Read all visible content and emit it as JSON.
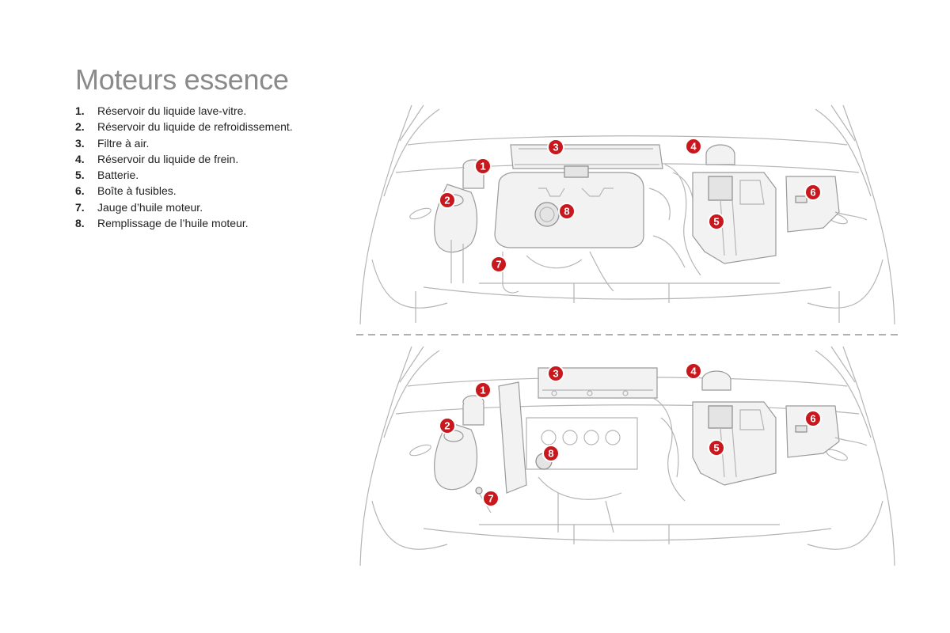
{
  "title": "Moteurs essence",
  "legend": [
    {
      "num": "1.",
      "label": "Réservoir du liquide lave-vitre."
    },
    {
      "num": "2.",
      "label": "Réservoir du liquide de refroidissement."
    },
    {
      "num": "3.",
      "label": "Filtre à air."
    },
    {
      "num": "4.",
      "label": "Réservoir du liquide de frein."
    },
    {
      "num": "5.",
      "label": "Batterie."
    },
    {
      "num": "6.",
      "label": "Boîte à fusibles."
    },
    {
      "num": "7.",
      "label": "Jauge d’huile moteur."
    },
    {
      "num": "8.",
      "label": "Remplissage de l’huile moteur."
    }
  ],
  "callouts": {
    "c1": "1",
    "c2": "2",
    "c3": "3",
    "c4": "4",
    "c5": "5",
    "c6": "6",
    "c7": "7",
    "c8": "8"
  },
  "colors": {
    "callout": "#c8181e",
    "title": "#8a8a8a",
    "line": "#b5b5b5"
  }
}
